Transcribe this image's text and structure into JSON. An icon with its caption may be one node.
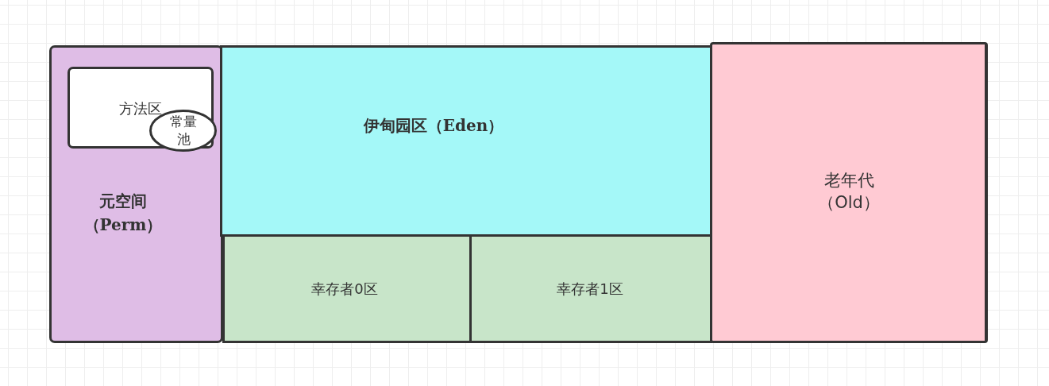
{
  "diagram": {
    "nodes": [
      {
        "text": [
          "元空间（Perm）"
        ]
      },
      {
        "text": [
          "方法区"
        ],
        "in": 0
      },
      {
        "text": [
          "常量池"
        ],
        "in": 1
      },
      {
        "text": [
          "伊甸园区（Eden）"
        ]
      },
      {
        "text": [
          "幸存者0区"
        ]
      },
      {
        "text": [
          "幸存者1区"
        ]
      },
      {
        "text": [
          "老年代（Old）"
        ]
      }
    ]
  }
}
